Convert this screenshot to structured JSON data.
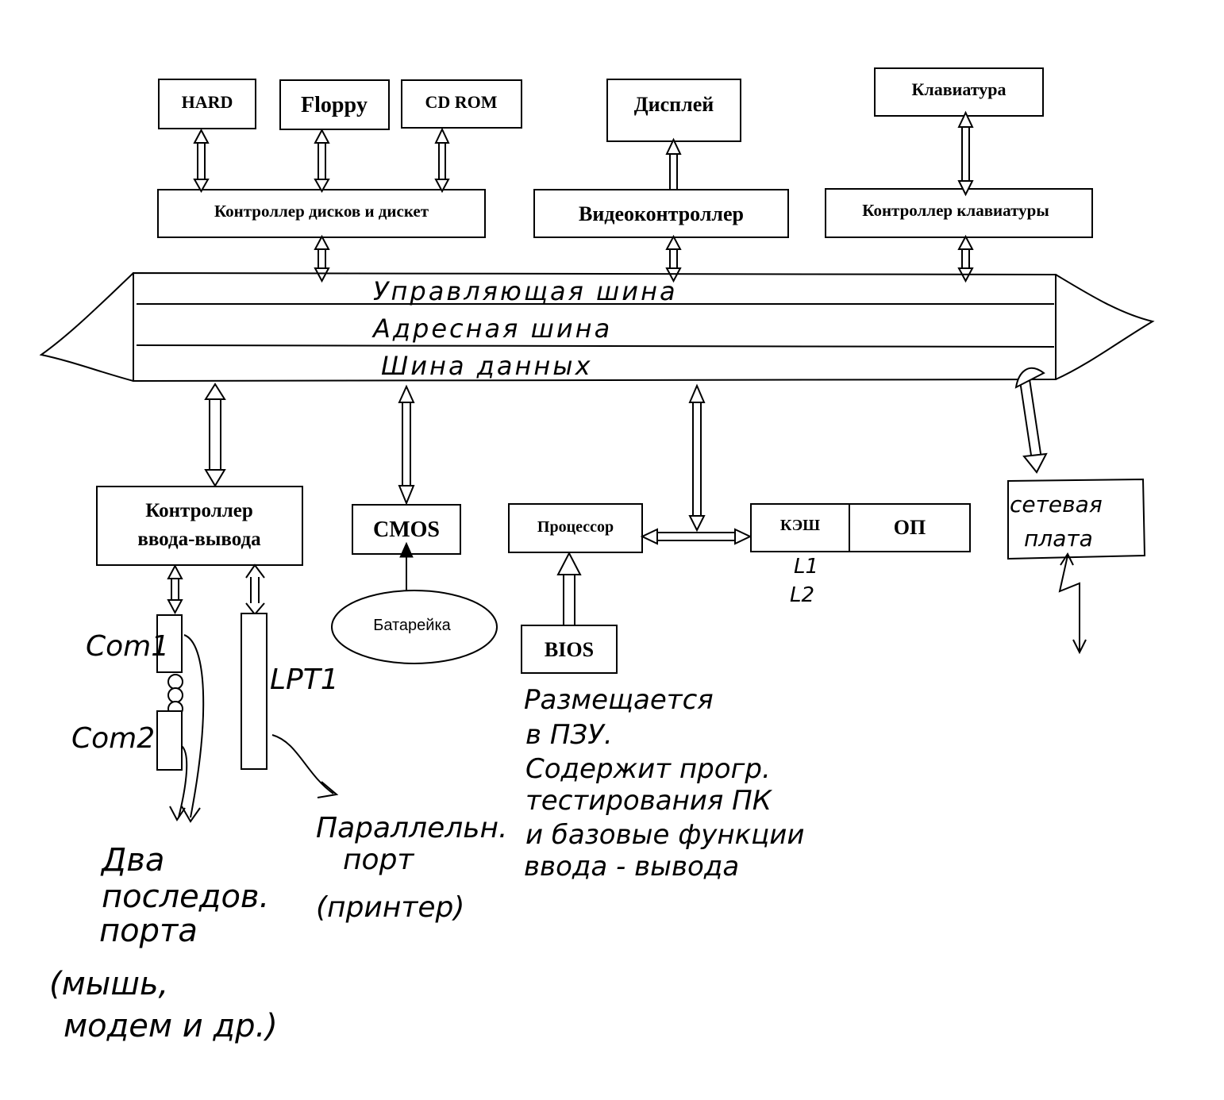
{
  "devices": {
    "hard": "HARD",
    "floppy": "Floppy",
    "cdrom": "CD ROM",
    "display": "Дисплей",
    "keyboard": "Клавиатура"
  },
  "controllers": {
    "disk": "Контроллер дисков и дискет",
    "video": "Видеоконтроллер",
    "keyboard": "Контроллер клавиатуры",
    "io_line1": "Контроллер",
    "io_line2": "ввода-вывода"
  },
  "bus": {
    "control": "Управляющая шина",
    "address": "Адресная шина",
    "data": "Шина данных"
  },
  "components": {
    "cmos": "CMOS",
    "battery": "Батарейка",
    "cpu": "Процессор",
    "cache": "КЭШ",
    "ram": "ОП",
    "bios": "BIOS",
    "network": [
      "сетевая",
      "плата"
    ],
    "com1": "Com1",
    "com2": "Com2",
    "lpt1": "LPT1"
  },
  "notes": {
    "cache_levels": [
      "L1",
      "L2"
    ],
    "bios_note": [
      "Размещается",
      "в ПЗУ.",
      "Содержит прогр.",
      "тестирования ПК",
      "и базовые функции",
      "ввода - вывода"
    ],
    "serial_note": [
      "Два",
      "последов.",
      "порта",
      "(мышь,",
      "модем и др.)"
    ],
    "parallel_note": [
      "Параллельн.",
      "порт",
      "(принтер)"
    ]
  }
}
